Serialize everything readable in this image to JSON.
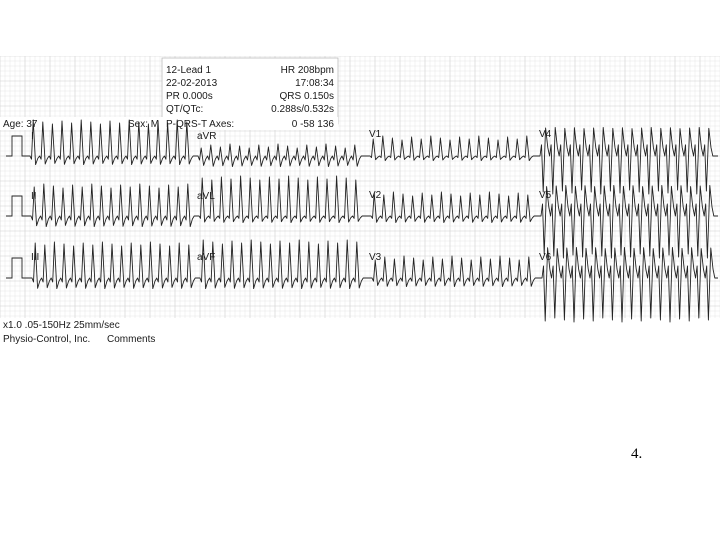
{
  "header": {
    "title": "12-Lead 1",
    "hr": "HR 208bpm",
    "date": "22-02-2013",
    "time": "17:08:34",
    "pr": "PR 0.000s",
    "qrs": "QRS 0.150s",
    "qt_label": "QT/QTc:",
    "qt_value": "0.288s/0.532s",
    "age": "Age: 37",
    "sex": "Sex: M",
    "axes_label": "P-QRS-T Axes:",
    "axes_value": "0   -58   136"
  },
  "leads": [
    "I",
    "II",
    "III",
    "aVR",
    "aVL",
    "aVF",
    "V1",
    "V2",
    "V3",
    "V4",
    "V5",
    "V6"
  ],
  "footer": {
    "settings": "x1.0 .05-150Hz 25mm/sec",
    "brand": "Physio-Control, Inc.",
    "comments": "Comments"
  },
  "slide_number": "4.",
  "colors": {
    "grid": "#cfcfcf",
    "trace": "#222222"
  }
}
